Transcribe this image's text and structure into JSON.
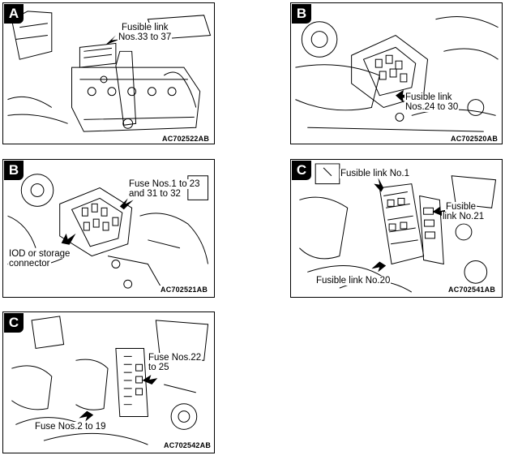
{
  "panels": {
    "p1": {
      "badge": "A",
      "callouts": [
        "Fusible link",
        "Nos.33 to 37"
      ],
      "code": "AC702522AB"
    },
    "p2": {
      "badge": "B",
      "callouts": [
        "Fusible link",
        "Nos.24 to 30"
      ],
      "code": "AC702520AB"
    },
    "p3": {
      "badge": "B",
      "callouts": [
        "Fuse Nos.1 to 23",
        "and 31 to 32",
        "IOD or storage",
        "connector"
      ],
      "code": "AC702521AB"
    },
    "p4": {
      "badge": "C",
      "callouts": [
        "Fusible link No.1",
        "Fusible",
        "link No.21",
        "Fusible link No.20"
      ],
      "code": "AC702541AB"
    },
    "p5": {
      "badge": "C",
      "callouts": [
        "Fuse Nos.22",
        "to 25",
        "Fuse Nos.2 to 19"
      ],
      "code": "AC702542AB"
    }
  }
}
